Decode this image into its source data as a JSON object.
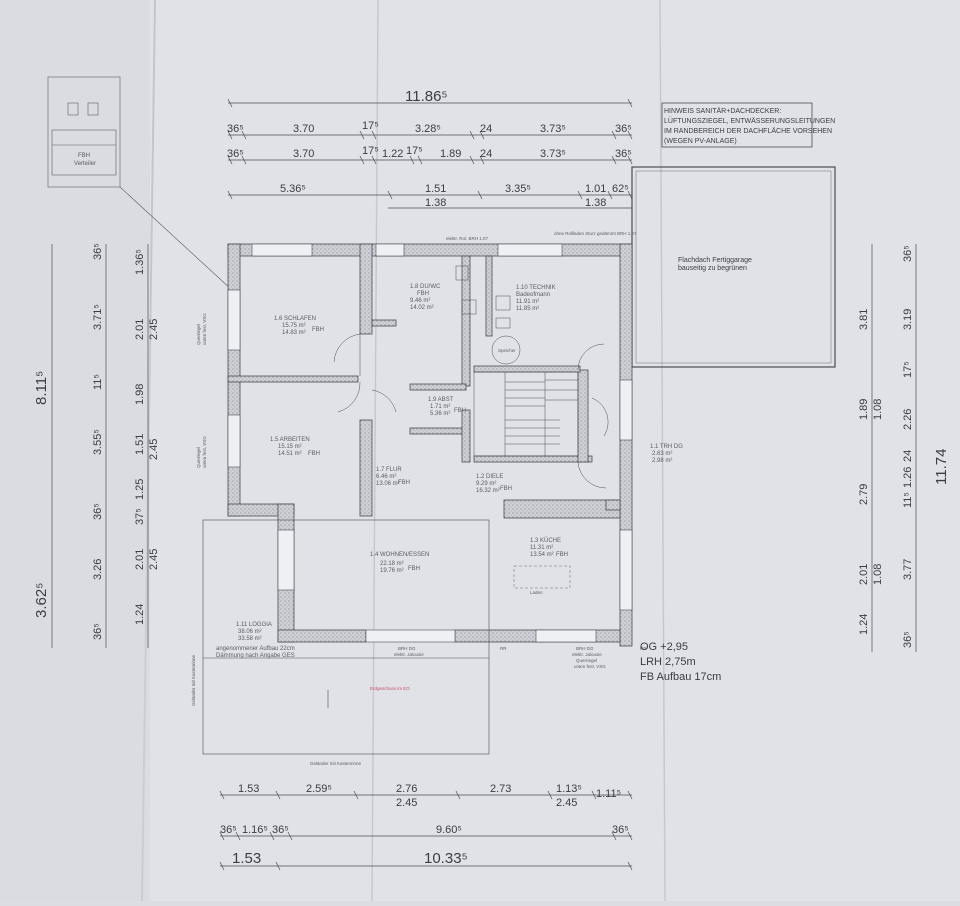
{
  "note_box": {
    "lines": [
      "HINWEIS SANITÄR+DACHDECKER:",
      "LÜFTUNGSZIEGEL, ENTWÄSSERUNGSLEITUNGEN",
      "IM RANDBEREICH DER DACHFLÄCHE VORSEHEN",
      "(WEGEN PV-ANLAGE)"
    ]
  },
  "garage": {
    "line1": "Flachdach Fertiggarage",
    "line2": "bauseitig zu begrünen"
  },
  "fbh_detail": {
    "title": "FBH",
    "subtitle": "Verteiler"
  },
  "level_info": {
    "line1": "OG +2,95",
    "line2": "LRH 2,75m",
    "line3": "FB Aufbau 17cm"
  },
  "rooms": [
    {
      "name": "1.6 SCHLAFEN",
      "area1": "15.75 m²",
      "area2": "14.83 m²",
      "tag": "FBH"
    },
    {
      "name": "1.5 ARBEITEN",
      "area1": "15.15 m²",
      "area2": "14.51 m²",
      "tag": "FBH"
    },
    {
      "name": "1.8 DU/WC",
      "area1": "9.46 m²",
      "area2": "14.02 m²",
      "tag": "FBH"
    },
    {
      "name": "1.10 TECHNIK",
      "area1": "11.91 m²",
      "area2": "11.85 m²",
      "tag": "Badeofmann"
    },
    {
      "name": "1.9 ABST",
      "area1": "1.71 m²",
      "area2": "5.36 m²",
      "tag": "FBH"
    },
    {
      "name": "1.7 FLUR",
      "area1": "6.46 m²",
      "area2": "13.06 m²",
      "tag": "FBH"
    },
    {
      "name": "1.2 DIELE",
      "area1": "9.29 m²",
      "area2": "16.32 m²",
      "tag": "FBH"
    },
    {
      "name": "1.1 TRH DG",
      "area1": "2.63 m²",
      "area2": "2.98 m²",
      "tag": ""
    },
    {
      "name": "1.4 WOHNEN/ESSEN",
      "area1": "22.18 m²",
      "area2": "19.76 m²",
      "tag": "FBH"
    },
    {
      "name": "1.3 KÜCHE",
      "area1": "11.31 m²",
      "area2": "13.54 m²",
      "tag": "FBH"
    },
    {
      "name": "1.11 LOGGIA",
      "area1": "38.06 m²",
      "area2": "33.58 m²",
      "tag": ""
    }
  ],
  "labels": {
    "loggia_note1": "angenommener Aufbau 22cm",
    "loggia_note2": "Dämmung nach Angabe GES",
    "gelaender_bottom": "Geländer mit Kastenrinne",
    "gelaender_left": "Geländer mit Kastenrinne",
    "erdgeschoss": "Erdgeschoss im EG",
    "speicher": "Speicher",
    "brh_dg": "BRH DG",
    "jalousie": "elektr. Jalousie",
    "querriegel": "Querriegel",
    "unten_fest": "unten fest, VSG",
    "rr": "RR",
    "brh_top_left": "elektr. Rol. BRH 1.07",
    "brh_top_right": "ohne Rollladen Sturz gedämmt BRH 1.07",
    "laden": "Laden"
  },
  "dims": {
    "top_total": "11.86⁵",
    "top_row2": [
      "36⁵",
      "3.70",
      "17⁵",
      "3.28⁵",
      "24",
      "3.73⁵",
      "36⁵"
    ],
    "top_row3": [
      "36⁵",
      "3.70",
      "17⁵",
      "1.22",
      "17⁵",
      "1.89",
      "24",
      "3.73⁵",
      "36⁵"
    ],
    "top_row4": [
      "5.36⁵",
      "1.51",
      "3.35⁵",
      "1.01",
      "62⁵"
    ],
    "top_row4_sub": [
      "1.38",
      "1.38"
    ],
    "left_big": [
      "8.11⁵",
      "3.62⁵"
    ],
    "left_col1": [
      "36⁵",
      "3.71⁵",
      "11⁵",
      "3.55⁵",
      "36⁵",
      "3.26",
      "36⁵"
    ],
    "left_col2": [
      "1.36⁵",
      "2.01",
      "1.98",
      "1.51",
      "1.25",
      "37⁵",
      "2.01",
      "1.24"
    ],
    "left_col2_sub": [
      "2.45",
      "2.45",
      "2.45"
    ],
    "right_col1": [
      "3.81",
      "1.89",
      "2.79",
      "2.01",
      "1.24"
    ],
    "right_col1_sub": [
      "1.08",
      "1.08"
    ],
    "right_col2": [
      "36⁵",
      "3.19",
      "17⁵",
      "2.26",
      "24",
      "1.26",
      "11⁵",
      "3.77",
      "36⁵"
    ],
    "right_total": "11.74",
    "bottom_row1": [
      "1.53",
      "2.59⁵",
      "2.76",
      "2.73",
      "1.13⁵",
      "1.11⁵"
    ],
    "bottom_row1_sub": [
      "2.45",
      "2.45"
    ],
    "bottom_row2": [
      "36⁵",
      "1.16⁵",
      "36⁵",
      "9.60⁵",
      "36⁵"
    ],
    "bottom_row3": [
      "1.53",
      "10.33⁵"
    ]
  }
}
